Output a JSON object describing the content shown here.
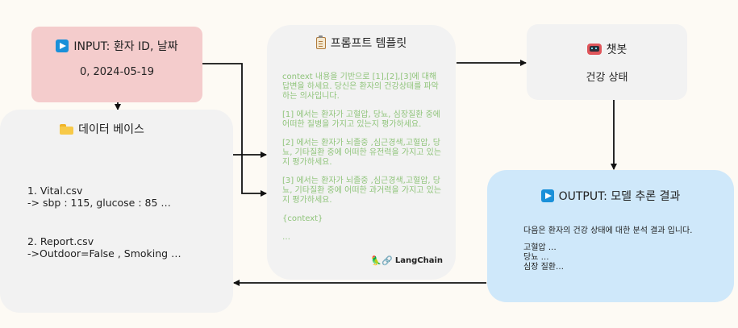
{
  "input": {
    "title": "INPUT: 환자 ID, 날짜",
    "value": "0, 2024-05-19"
  },
  "database": {
    "title": "데이터 베이스",
    "items": [
      {
        "name": "1. Vital.csv",
        "detail": "-> sbp : 115, glucose : 85 …"
      },
      {
        "name": "2. Report.csv",
        "detail": "->Outdoor=False , Smoking …"
      }
    ]
  },
  "prompt": {
    "title": "프롬프트 템플릿",
    "paragraphs": [
      "context 내용을 기반으로 [1],[2],[3]에 대해 답변을 하세요. 당신은 환자의 건강상태를 파악하는 의사입니다.",
      "[1] 에서는 환자가 고혈압, 당뇨, 심장질환 중에 어떠한 질병을 가지고 있는지 평가하세요.",
      "[2] 에서는 환자가 뇌졸중 ,심근경색,고혈압, 당뇨, 기타질환 중에 어떠한 유전력을 가지고 있는지 평가하세요.",
      "[3] 에서는 환자가 뇌졸중 ,심근경색,고혈압, 당뇨, 기타질환 중에 어떠한 과거력을 가지고 있는지 평가하세요.",
      "{context}",
      "…"
    ],
    "badge": "LangChain"
  },
  "chatbot": {
    "title": "챗봇",
    "subtitle": "건강 상태"
  },
  "output": {
    "title": "OUTPUT: 모델 추론 결과",
    "summary": "다음은 환자의 건강 상태에 대한 분석 결과 입니다.",
    "lines": [
      "고혈압 …",
      "당뇨 …",
      "심장 질환…"
    ]
  },
  "colors": {
    "input_bg": "#f4cccc",
    "output_bg": "#cfe8fa",
    "neutral_bg": "#f2f2f2",
    "prompt_text": "#8fc47a",
    "play_icon": "#1a90d9"
  }
}
